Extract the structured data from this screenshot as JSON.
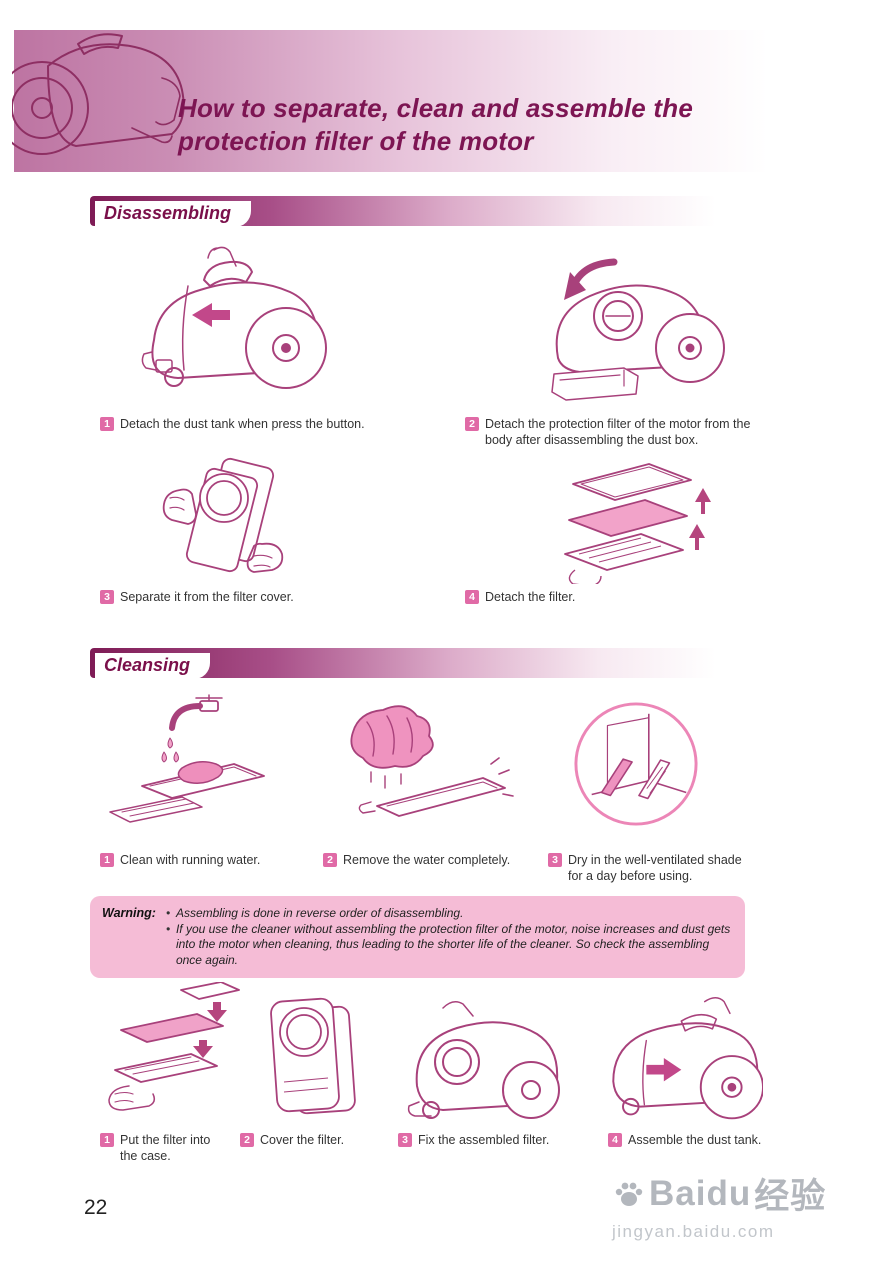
{
  "colors": {
    "accent": "#a8417b",
    "header_text": "#7d1553",
    "banner_dark": "#7e1b55",
    "step_badge": "#e06aa6",
    "warning_bg": "#f5bcd6",
    "pink_fill": "#f2a3c9",
    "watermark_gray": "#b3b7bd"
  },
  "icons": {
    "watermark": "paw-icon",
    "arrows": "direction-arrow-icon"
  },
  "header": {
    "title_line1": "How to separate, clean and assemble the",
    "title_line2": "protection filter of the motor"
  },
  "disassembling": {
    "title": "Disassembling",
    "steps": [
      {
        "num": "1",
        "text": "Detach the dust tank when press the button."
      },
      {
        "num": "2",
        "text": "Detach the protection filter of the motor from the body after disassembling the dust box."
      },
      {
        "num": "3",
        "text": "Separate it from the filter cover."
      },
      {
        "num": "4",
        "text": "Detach the filter."
      }
    ]
  },
  "cleansing": {
    "title": "Cleansing",
    "steps": [
      {
        "num": "1",
        "text": "Clean with running water."
      },
      {
        "num": "2",
        "text": "Remove the water completely."
      },
      {
        "num": "3",
        "text": "Dry in the well-ventilated shade for a day before using."
      }
    ]
  },
  "warning": {
    "label": "Warning:",
    "bullets": [
      "Assembling is done in reverse order of disassembling.",
      "If you use the cleaner without assembling the protection filter of the motor, noise increases and dust gets into the motor when cleaning, thus leading to the shorter life of the cleaner. So check the assembling once again."
    ]
  },
  "assembling": {
    "steps": [
      {
        "num": "1",
        "text": "Put the filter into the case."
      },
      {
        "num": "2",
        "text": "Cover the filter."
      },
      {
        "num": "3",
        "text": "Fix the assembled filter."
      },
      {
        "num": "4",
        "text": "Assemble the dust tank."
      }
    ]
  },
  "footer": {
    "page_number": "22",
    "watermark_brand": "Baidu",
    "watermark_cn": "经验",
    "watermark_url": "jingyan.baidu.com"
  }
}
